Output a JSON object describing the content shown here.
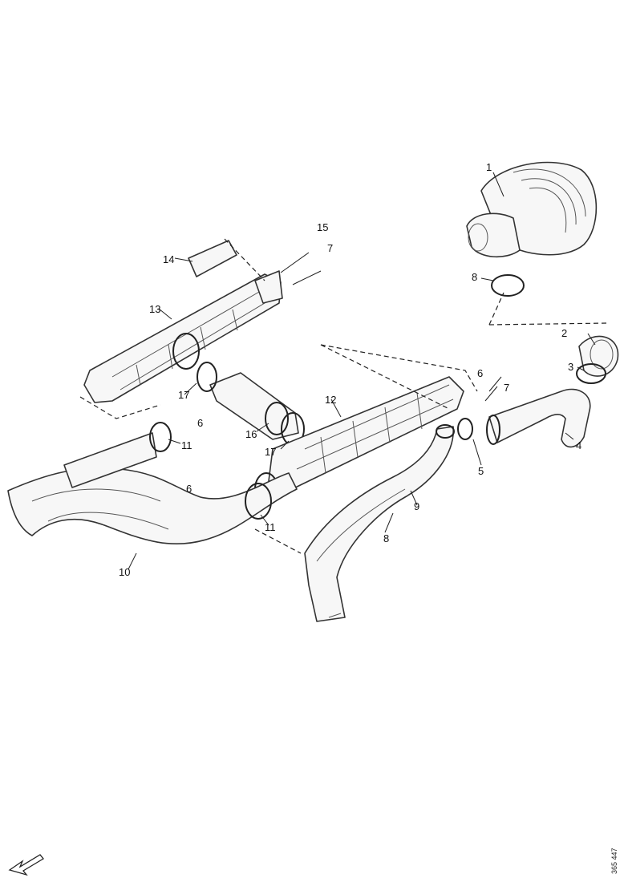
{
  "callouts": {
    "c1": "1",
    "c2": "2",
    "c3": "3",
    "c4": "4",
    "c5": "5",
    "c6a": "6",
    "c6b": "6",
    "c6c": "6",
    "c7a": "7",
    "c7b": "7",
    "c8": "8",
    "c8b": "8",
    "c9": "9",
    "c10": "10",
    "c11a": "11",
    "c11b": "11",
    "c12": "12",
    "c13": "13",
    "c14": "14",
    "c15": "15",
    "c16": "16",
    "c17a": "17",
    "c17b": "17"
  },
  "reference_code": "365 447",
  "icons": {
    "corner": "arrow-icon"
  }
}
